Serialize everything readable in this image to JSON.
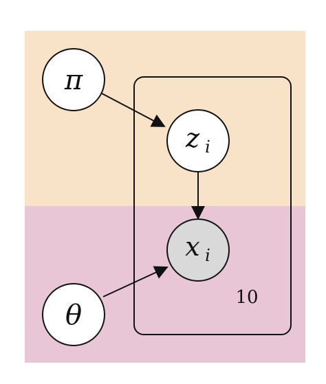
{
  "colors": {
    "top_band": "#f9e3c8",
    "bottom_band": "#e8c6d5",
    "node_fill": "#ffffff",
    "observed_fill": "#d9d9d9",
    "stroke": "#111111"
  },
  "nodes": {
    "pi": {
      "label": "π",
      "observed": false
    },
    "z": {
      "label": "z",
      "subscript": "i",
      "observed": false
    },
    "x": {
      "label": "x",
      "subscript": "i",
      "observed": true
    },
    "theta": {
      "label": "θ",
      "observed": false
    }
  },
  "plate": {
    "label": "10"
  },
  "edges": [
    {
      "from": "pi",
      "to": "z"
    },
    {
      "from": "z",
      "to": "x"
    },
    {
      "from": "theta",
      "to": "x"
    }
  ]
}
